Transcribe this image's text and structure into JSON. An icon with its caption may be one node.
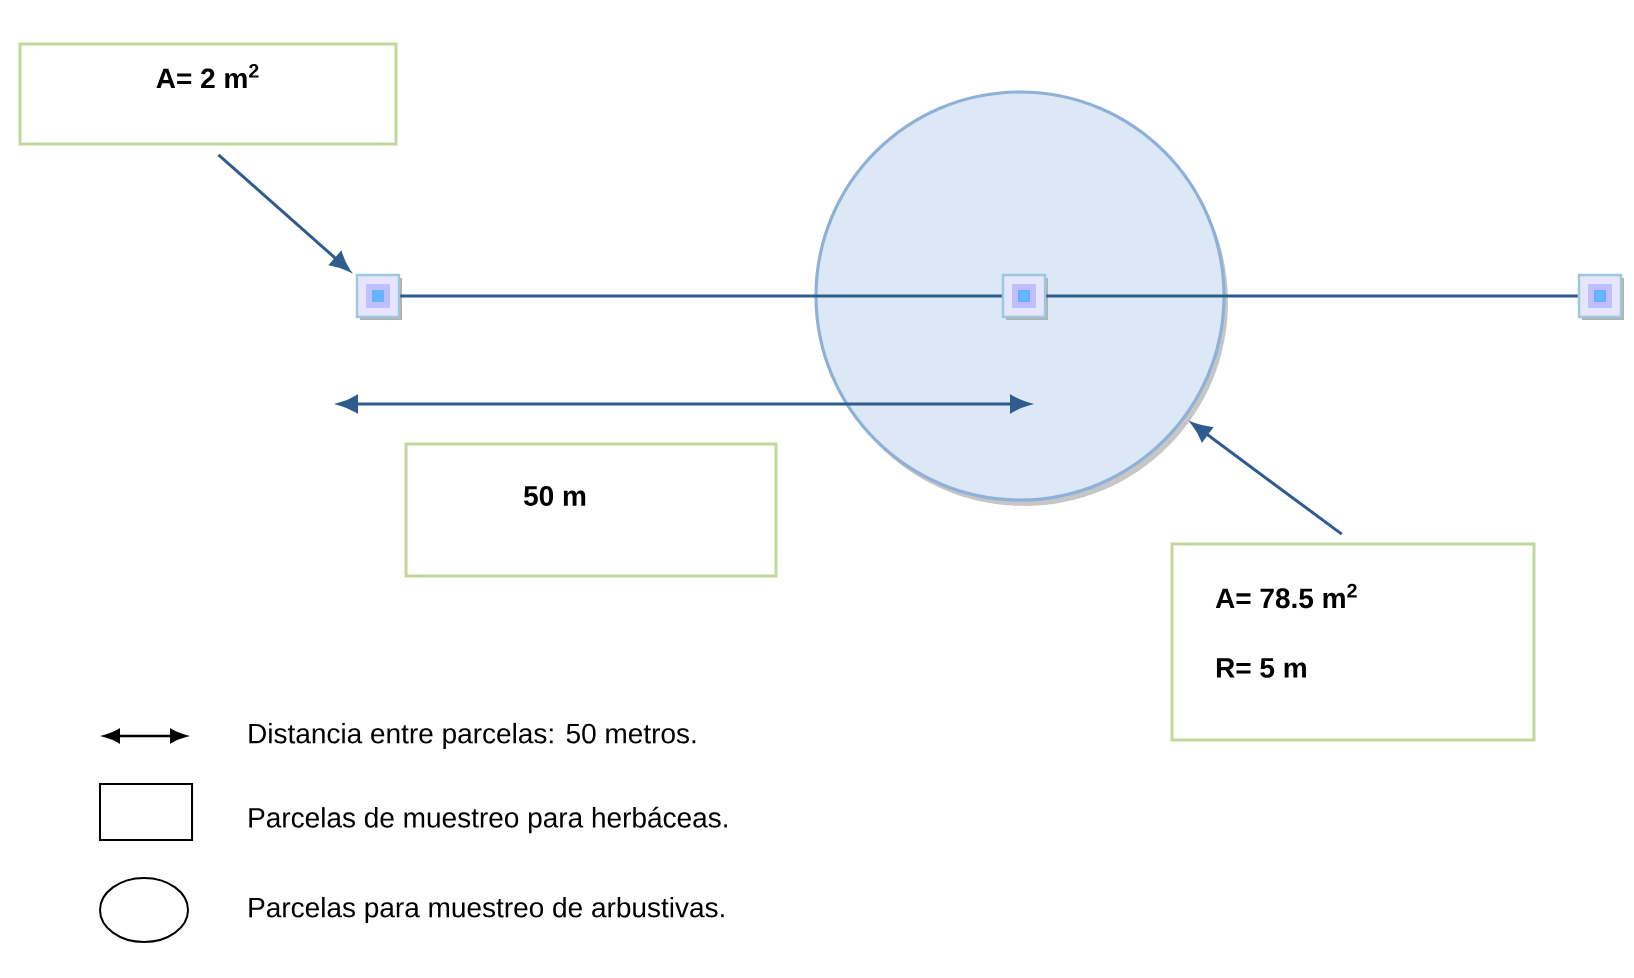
{
  "diagram": {
    "nodes": [
      {
        "text": [
          "A= 2 m$^{2}$"
        ]
      },
      {
        "text": [],
        "shape": "box"
      },
      {
        "text": [],
        "shape": "circle"
      },
      {
        "text": [],
        "shape": "box",
        "in": 2
      },
      {
        "text": [],
        "shape": "box"
      },
      {
        "text": [
          "50 m"
        ]
      },
      {
        "text": [
          "A= 78.5 m$^{2}$",
          "R= 5 m"
        ]
      }
    ],
    "edges": [
      {
        "from": 0,
        "to": 1,
        "arrow": "to"
      },
      {
        "from": 1,
        "to": 3,
        "arrow": "none"
      },
      {
        "from": 3,
        "to": 4,
        "arrow": "none"
      },
      {
        "from": 6,
        "to": 2,
        "arrow": "to"
      }
    ],
    "legend": [
      {
        "text": "Distancia entre parcelas: 50 metros."
      },
      {
        "text": "Parcelas de muestreo para herbáceas."
      },
      {
        "text": "Parcelas para muestreo de arbustivas."
      }
    ]
  }
}
